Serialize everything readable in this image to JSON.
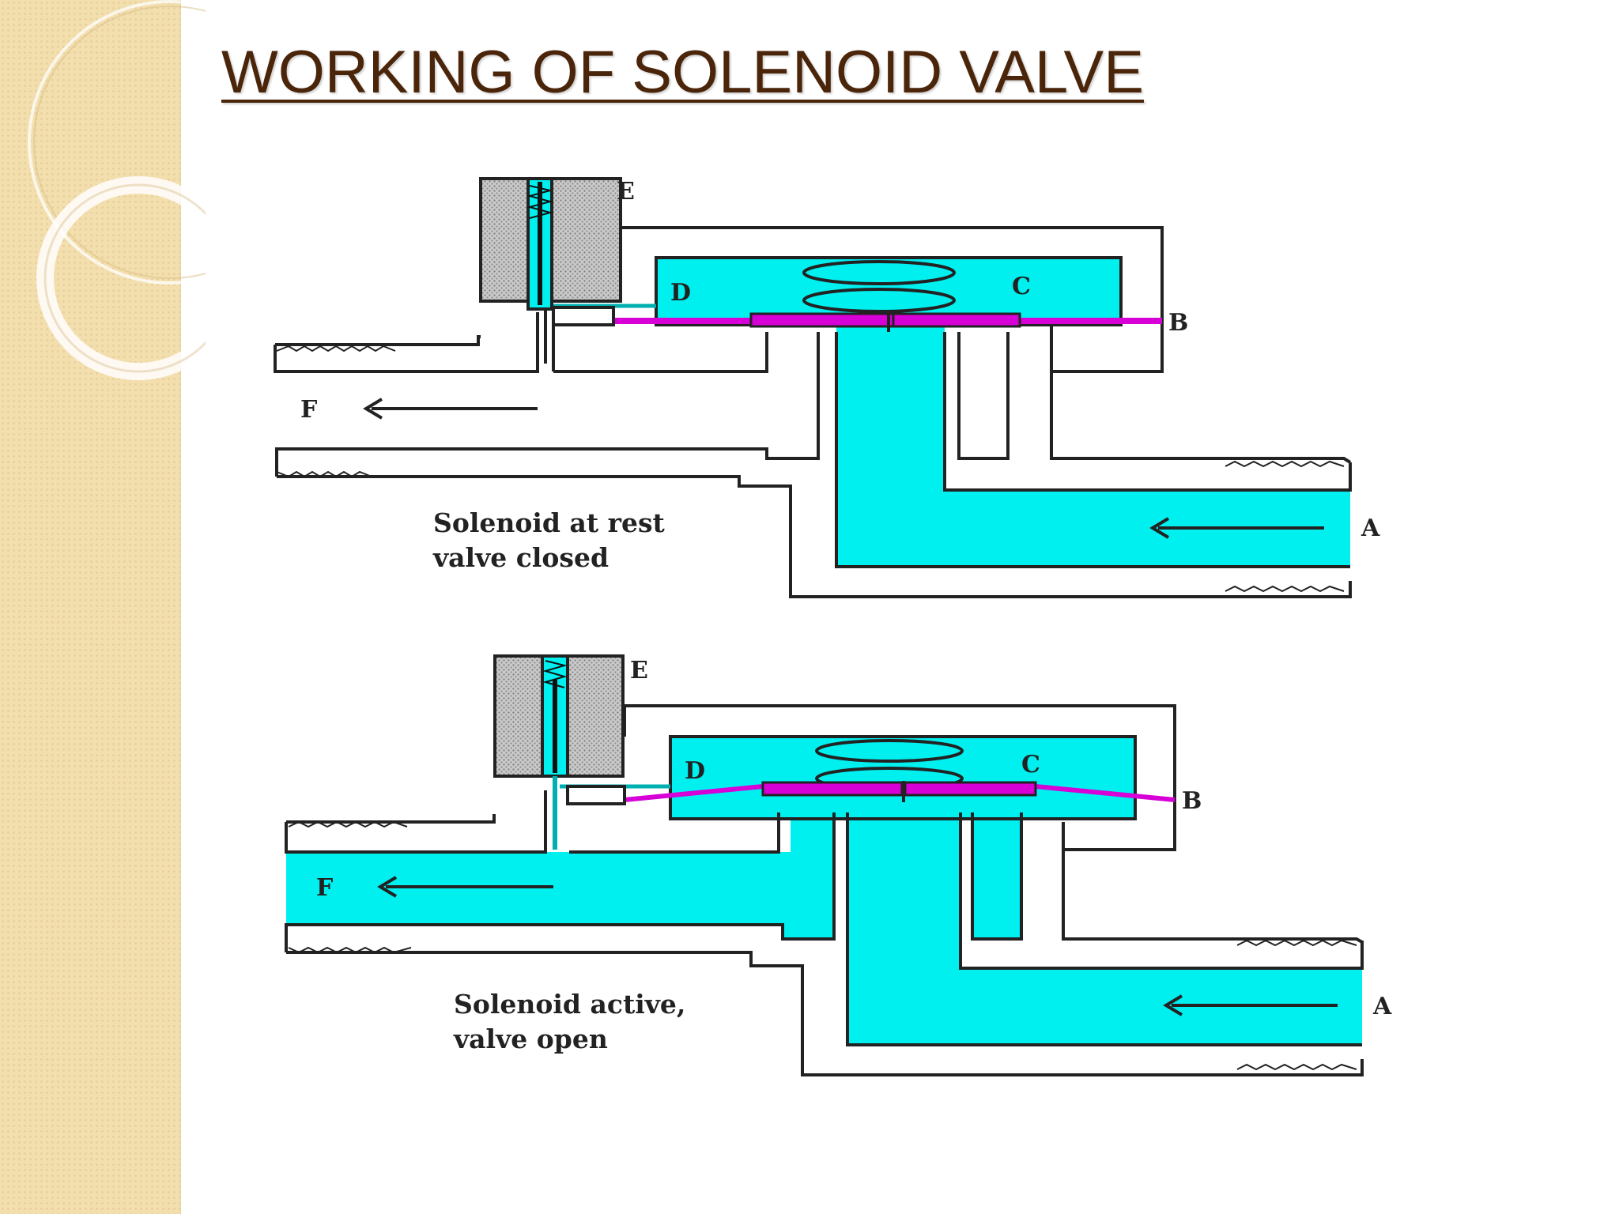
{
  "slide": {
    "title": "WORKING OF SOLENOID VALVE"
  },
  "diagram_closed": {
    "caption_line1": "Solenoid at rest",
    "caption_line2": "valve closed",
    "labels": {
      "a": "A",
      "b": "B",
      "c": "C",
      "d": "D",
      "e": "E",
      "f": "F"
    }
  },
  "diagram_open": {
    "caption_line1": "Solenoid active,",
    "caption_line2": "valve open",
    "labels": {
      "a": "A",
      "b": "B",
      "c": "C",
      "d": "D",
      "e": "E",
      "f": "F"
    }
  },
  "colors": {
    "fluid": "#00f0f0",
    "diaphragm": "#d700d7",
    "title": "#4a250a",
    "side_band": "#f3dfae"
  }
}
